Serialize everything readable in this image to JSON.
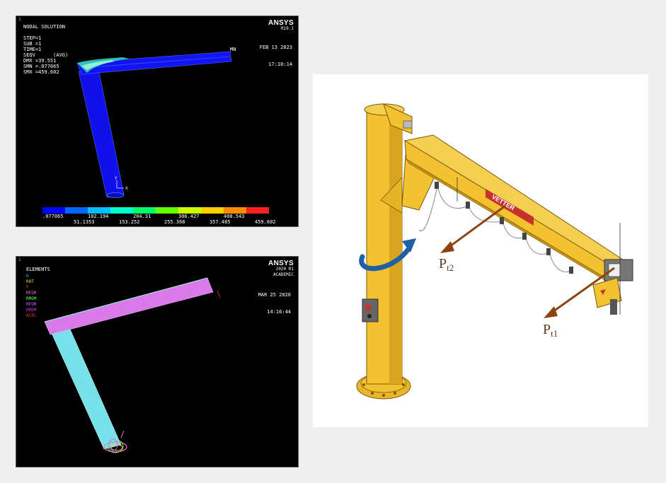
{
  "panel1": {
    "frame_number": "1",
    "header_lines": [
      "NODAL SOLUTION",
      "",
      "STEP=1",
      "SUB =1",
      "TIME=1",
      "SEQV      (AVG)",
      "DMX =39.551",
      "SMN =.077065",
      "SMX =459.602"
    ],
    "logo": "ANSYS",
    "release": "R19.1",
    "date": "FEB 13 2023",
    "time": "17:10:14",
    "mn_label": "MN",
    "axis_y": "Y",
    "axis_x": "X",
    "colorbar": {
      "colors": [
        "#0000ff",
        "#0066ff",
        "#00c0ff",
        "#00ffcc",
        "#00ff66",
        "#66ff00",
        "#ccff00",
        "#ffd000",
        "#ff8c00",
        "#ff2020"
      ],
      "labels_top": [
        ".077065",
        "102.194",
        "204.31",
        "306.427",
        "408.543"
      ],
      "labels_bottom": [
        "51.1353",
        "153.252",
        "255.368",
        "357.485",
        "459.602"
      ]
    }
  },
  "panel2": {
    "frame_number": "1",
    "title": "ELEMENTS",
    "legend": [
      {
        "label": "U",
        "color": "#33ccff"
      },
      {
        "label": "ROT",
        "color": "#ffcc00"
      },
      {
        "label": "F",
        "color": "#ff3333"
      },
      {
        "label": "RFOR",
        "color": "#ff66cc"
      },
      {
        "label": "RMOM",
        "color": "#66ff66"
      },
      {
        "label": "RFOR",
        "color": "#cc66ff"
      },
      {
        "label": "RMOM",
        "color": "#cc33ff"
      },
      {
        "label": "ACEL",
        "color": "#ff3333"
      }
    ],
    "logo": "ANSYS",
    "release": "2020 R1",
    "edition": "ACADEMIC",
    "date": "MAR 25 2020",
    "time": "14:16:44"
  },
  "crane": {
    "brand": "VETTER",
    "force_pt2": {
      "symbol": "P",
      "subscript": "t2"
    },
    "force_pt1": {
      "symbol": "P",
      "subscript": "t1"
    },
    "colors": {
      "yellow": "#f2c230",
      "yellow_dark": "#d9a520",
      "arrow_brown": "#8b4513",
      "rotation_blue": "#1f5fa8",
      "brand_red": "#c8322a"
    }
  }
}
